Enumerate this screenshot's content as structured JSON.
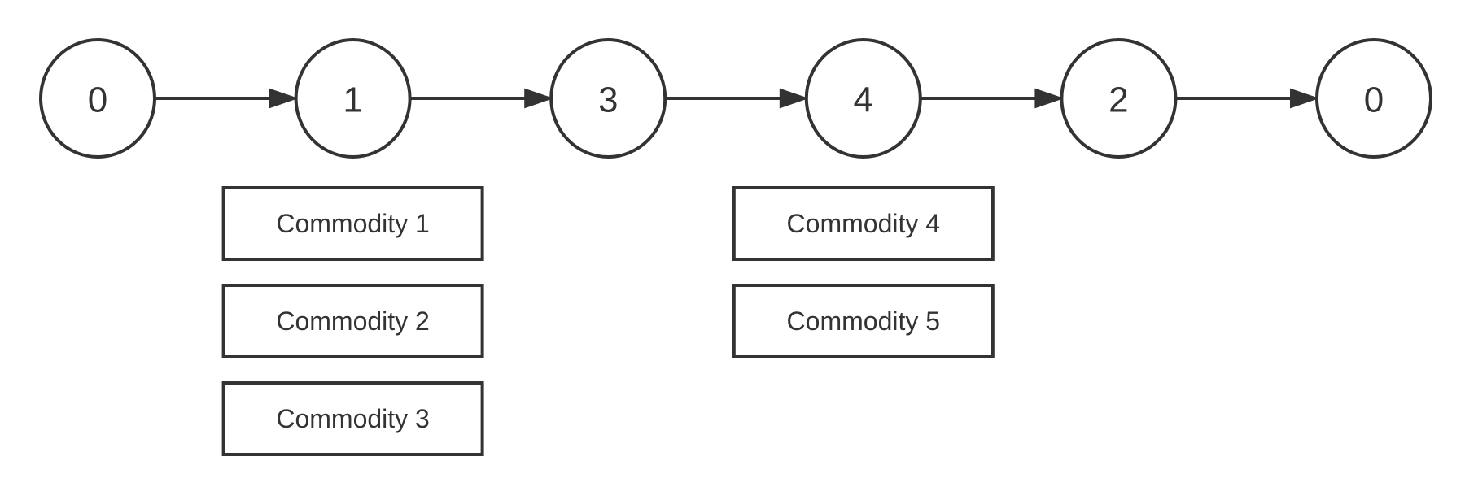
{
  "route": {
    "nodes": [
      {
        "label": "0"
      },
      {
        "label": "1"
      },
      {
        "label": "3"
      },
      {
        "label": "4"
      },
      {
        "label": "2"
      },
      {
        "label": "0"
      }
    ]
  },
  "commodity_groups": [
    {
      "node_index": 1,
      "items": [
        "Commodity 1",
        "Commodity 2",
        "Commodity 3"
      ]
    },
    {
      "node_index": 3,
      "items": [
        "Commodity 4",
        "Commodity 5"
      ]
    }
  ],
  "colors": {
    "stroke": "#333333",
    "text": "#333333",
    "background": "#ffffff"
  }
}
